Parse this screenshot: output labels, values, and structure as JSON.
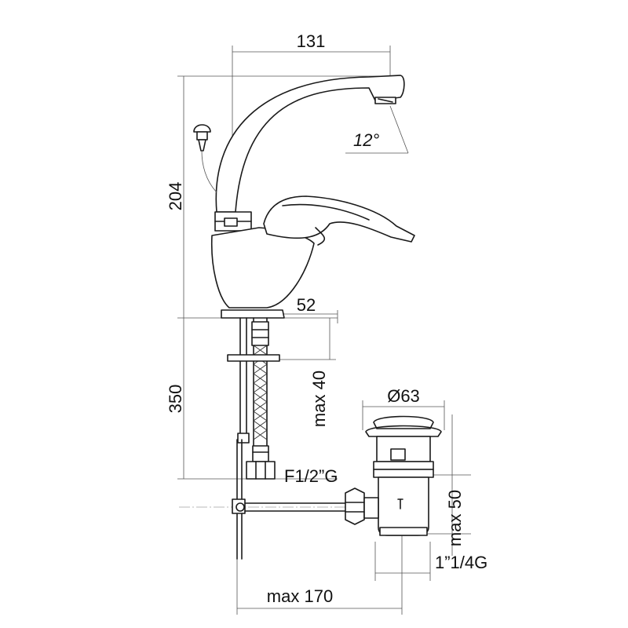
{
  "dimensions": {
    "spout_reach": "131",
    "angle": "12°",
    "height": "204",
    "base_diameter": "52",
    "hose_length": "350",
    "max_thickness": "max 40",
    "waste_diameter": "Ø63",
    "connection_thread": "F1/2”G",
    "max_waste_height": "max 50",
    "waste_thread": "1”1/4G",
    "max_rod": "max 170"
  },
  "colors": {
    "line": "#1a1a1a",
    "dimension_line": "#555555",
    "background": "#ffffff"
  }
}
